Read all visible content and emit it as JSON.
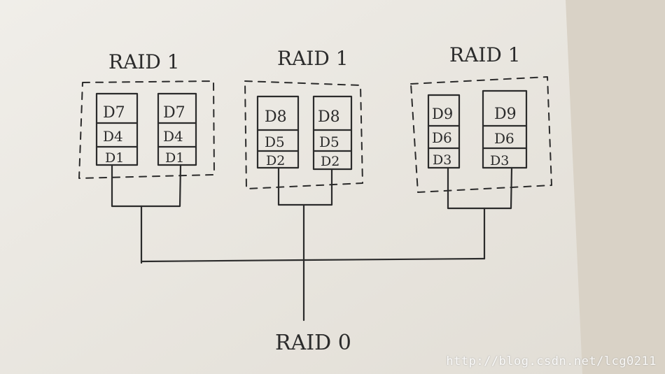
{
  "groups": [
    {
      "title": "RAID 1",
      "disks": [
        [
          "D7",
          "D4",
          "D1"
        ],
        [
          "D7",
          "D4",
          "D1"
        ]
      ]
    },
    {
      "title": "RAID 1",
      "disks": [
        [
          "D8",
          "D5",
          "D2"
        ],
        [
          "D8",
          "D5",
          "D2"
        ]
      ]
    },
    {
      "title": "RAID 1",
      "disks": [
        [
          "D9",
          "D6",
          "D3"
        ],
        [
          "D9",
          "D6",
          "D3"
        ]
      ]
    }
  ],
  "root": {
    "title": "RAID 0"
  },
  "watermark": "http://blog.csdn.net/lcg0211",
  "colors": {
    "paper": "#ebe8e2",
    "ink": "#2b2b2b",
    "background": "#d9d2c6"
  }
}
